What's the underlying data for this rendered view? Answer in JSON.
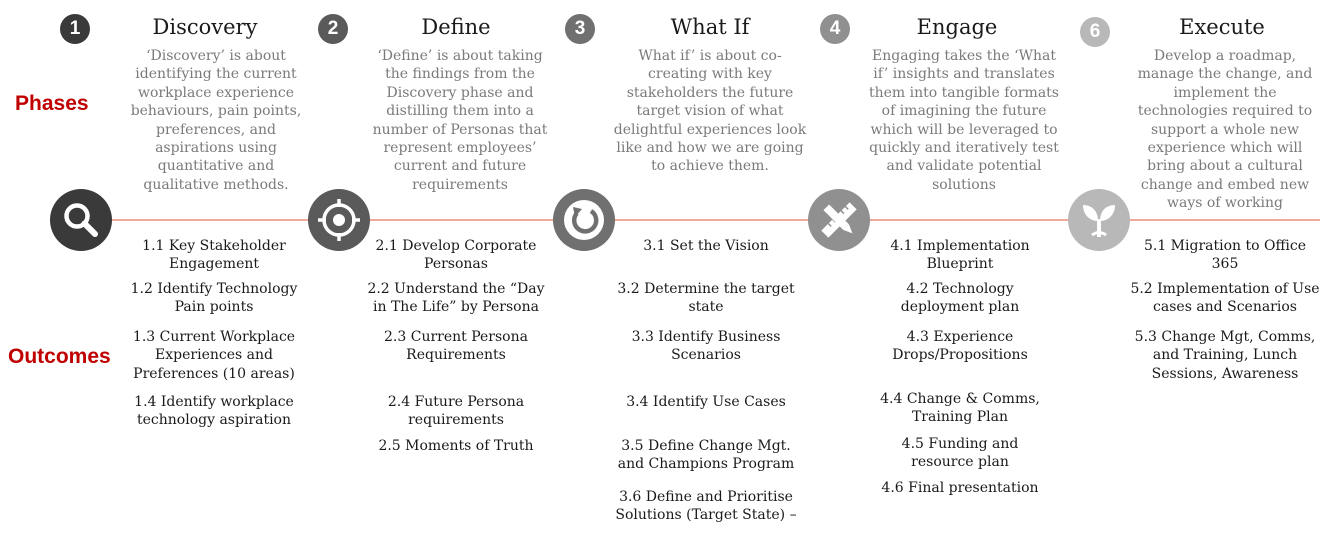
{
  "labels": {
    "phases": "Phases",
    "outcomes": "Outcomes"
  },
  "colors": {
    "accent": "#c00000",
    "timeline": "#f0a898",
    "dark": "#3a3a3a",
    "mid": "#707070",
    "light": "#b8b8b8"
  },
  "phases": [
    {
      "number": "1",
      "title": "Discovery",
      "icon": "search-icon",
      "description": "‘Discovery’ is about identifying the  current workplace experience behaviours, pain points, preferences, and aspirations using quantitative and qualitative methods.",
      "outcomes": [
        "1.1 Key Stakeholder Engagement",
        "1.2 Identify Technology Pain points",
        "1.3 Current Workplace Experiences  and Preferences (10 areas)",
        "1.4 Identify workplace technology aspiration"
      ]
    },
    {
      "number": "2",
      "title": "Define",
      "icon": "target-icon",
      "description": "‘Define’ is about taking the findings from the Discovery phase and distilling them into a number of Personas that represent employees’ current  and future requirements",
      "outcomes": [
        "2.1 Develop Corporate Personas",
        "2.2 Understand the “Day in The Life” by Persona",
        "2.3 Current Persona Requirements",
        "2.4 Future Persona requirements",
        "2.5 Moments of Truth"
      ]
    },
    {
      "number": "3",
      "title": "What If",
      "icon": "refresh-icon",
      "description": "What if’ is about co-creating with key stakeholders the future target vision of what delightful experiences look like and how we are going to achieve them.",
      "outcomes": [
        "3.1 Set the Vision",
        "3.2 Determine the target state",
        "3.3 Identify Business Scenarios",
        "3.4 Identify Use Cases",
        "3.5 Define Change Mgt. and Champions Program",
        "3.6 Define and Prioritise Solutions (Target State) –"
      ]
    },
    {
      "number": "4",
      "title": "Engage",
      "icon": "pencil-ruler-icon",
      "description": "Engaging takes the ‘What if’ insights and translates them into tangible formats of imagining the future which will be leveraged to quickly and iteratively test and validate potential solutions",
      "outcomes": [
        "4.1 Implementation Blueprint",
        "4.2 Technology deployment plan",
        "4.3 Experience Drops/Propositions",
        "4.4 Change & Comms, Training Plan",
        "4.5 Funding and resource plan",
        "4.6 Final presentation"
      ]
    },
    {
      "number": "6",
      "title": "Execute",
      "icon": "sprout-icon",
      "description": "Develop a roadmap, manage the change, and implement the technologies required to support a whole new experience which will bring about a cultural change and embed new ways of working",
      "outcomes": [
        "5.1 Migration to Office 365",
        "5.2 Implementation of Use cases and Scenarios",
        "5.3 Change Mgt, Comms, and Training, Lunch Sessions, Awareness"
      ]
    }
  ]
}
